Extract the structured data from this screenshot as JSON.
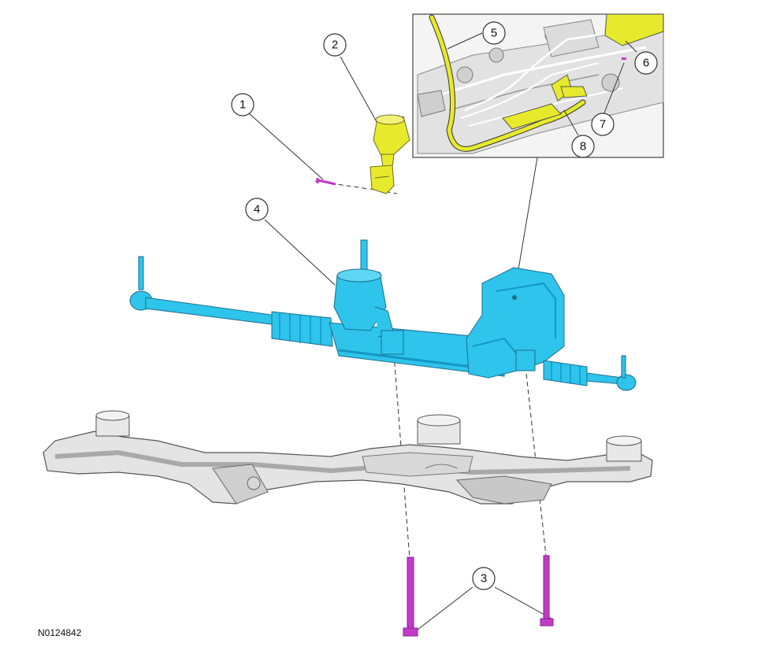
{
  "figure_id": "N0124842",
  "callouts": [
    {
      "id": "1",
      "label": "1"
    },
    {
      "id": "2",
      "label": "2"
    },
    {
      "id": "3",
      "label": "3"
    },
    {
      "id": "4",
      "label": "4"
    },
    {
      "id": "5",
      "label": "5"
    },
    {
      "id": "6",
      "label": "6"
    },
    {
      "id": "7",
      "label": "7"
    },
    {
      "id": "8",
      "label": "8"
    }
  ],
  "colors": {
    "steering_gear": "#2ec4ec",
    "steering_gear_shade": "#1596c2",
    "intermediate_shaft": "#e7ea2c",
    "bolt": "#c23bc6",
    "subframe": "#e4e4e4",
    "subframe_shade": "#a9a9a9",
    "outline": "#333333"
  },
  "icons": {
    "steering_gear": "steering-rack-illustration",
    "intermediate_shaft": "intermediate-shaft-illustration",
    "subframe": "subframe-illustration",
    "bolt": "bolt-illustration",
    "inset": "detail-inset-illustration"
  }
}
